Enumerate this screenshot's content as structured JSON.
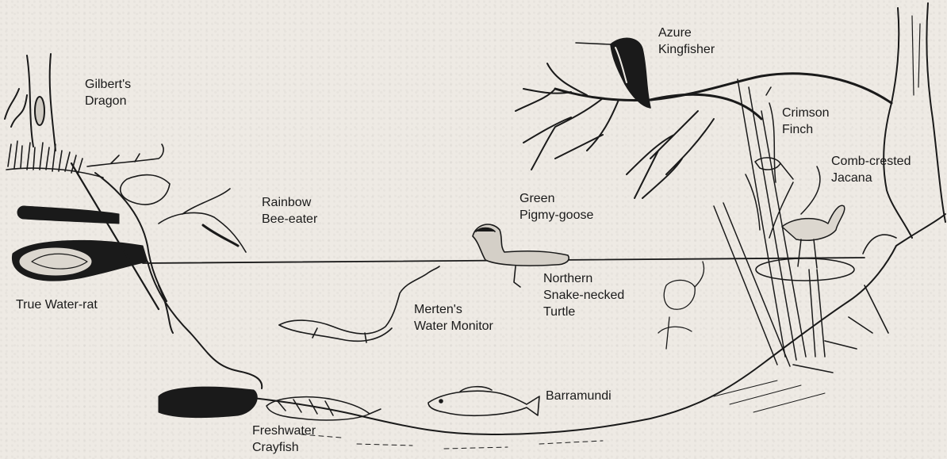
{
  "labels": {
    "gilberts_dragon": [
      "Gilbert's",
      "Dragon"
    ],
    "rainbow_bee_eater": [
      "Rainbow",
      "Bee-eater"
    ],
    "true_water_rat": [
      "True Water-rat"
    ],
    "azure_kingfisher": [
      "Azure",
      "Kingfisher"
    ],
    "green_pigmy_goose": [
      "Green",
      "Pigmy-goose"
    ],
    "crimson_finch": [
      "Crimson",
      "Finch"
    ],
    "comb_crested_jacana": [
      "Comb-crested",
      "Jacana"
    ],
    "northern_snake_necked_turtle": [
      "Northern",
      "Snake-necked",
      "Turtle"
    ],
    "mertens_water_monitor": [
      "Merten's",
      "Water Monitor"
    ],
    "barramundi": [
      "Barramundi"
    ],
    "freshwater_crayfish": [
      "Freshwater",
      "Crayfish"
    ]
  }
}
